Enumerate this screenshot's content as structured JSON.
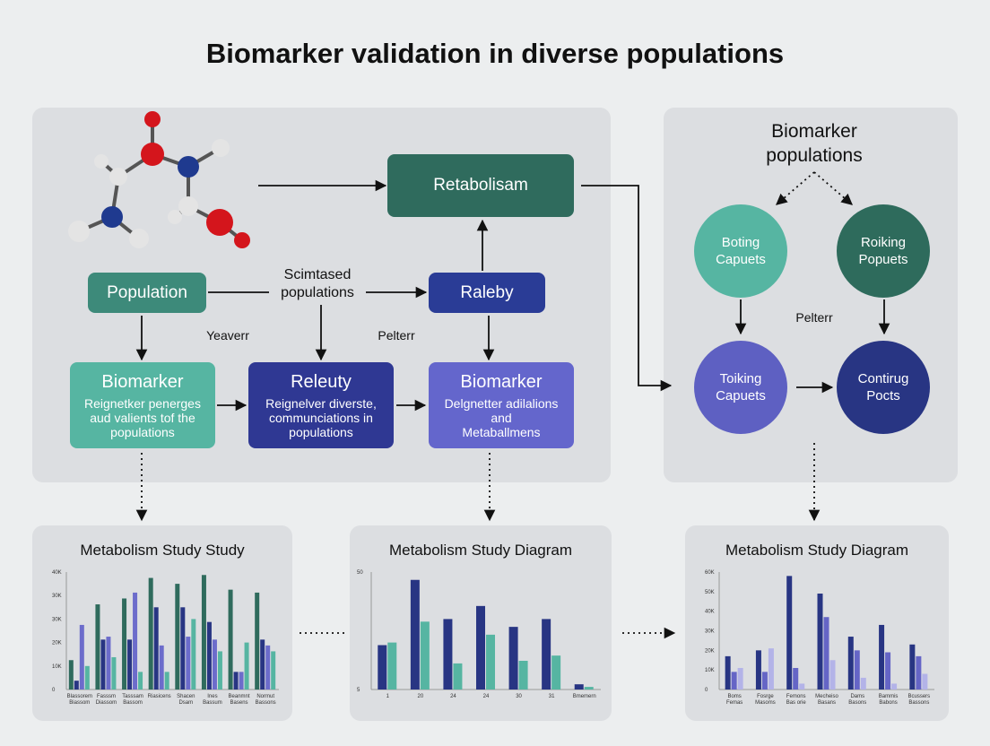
{
  "title": "Biomarker validation in diverse populations",
  "left_panel": {
    "nodes": {
      "metabolism": "Retabolisam",
      "population": "Population",
      "scimtased": "Scimtased\npopulations",
      "raleby": "Raleby",
      "yeaverr": "Yeaverr",
      "pelterr": "Pelterr",
      "biomarker1": {
        "title": "Biomarker",
        "sub": "Reignetker penerges\naud valients tof the\npopulations"
      },
      "releuty": {
        "title": "Releuty",
        "sub": "Reignelver diverste,\ncommunciations in\npopulations"
      },
      "biomarker2": {
        "title": "Biomarker",
        "sub": "Delgnetter adilalions\nand\nMetaballmens"
      }
    }
  },
  "right_panel": {
    "title": "Biomarker\npopulations",
    "pelterr": "Pelterr",
    "circles": [
      {
        "label": "Boting\nCapuets",
        "color": "#56b5a2"
      },
      {
        "label": "Roiking\nPopuets",
        "color": "#2e6b5c"
      },
      {
        "label": "Toiking\nCapuets",
        "color": "#5e60c2"
      },
      {
        "label": "Contirug\nPocts",
        "color": "#283583"
      }
    ]
  },
  "colors": {
    "dark_green": "#2f6b5d",
    "teal": "#3d8a7a",
    "navy": "#2a3c96",
    "indigo": "#2f3893",
    "violet": "#6466cc",
    "mint": "#56b5a2"
  },
  "chart_data": [
    {
      "type": "bar",
      "title": "Metabolism Study Study",
      "y_ticks": [
        "40K",
        "30K",
        "30K",
        "20K",
        "10K",
        "0"
      ],
      "categories": [
        "Blassorem\nBiassom",
        "Fasssm\nDiassom",
        "Tasssam\nBassom",
        "Riasicens",
        "Shacen\nDsam",
        "Ines\nBassum",
        "Beanmnt\nBasens",
        "Normut\nBassons"
      ],
      "series": [
        {
          "color": "#2f6b5d",
          "values": [
            10,
            29,
            31,
            38,
            36,
            39,
            34,
            33
          ]
        },
        {
          "color": "#283583",
          "values": [
            3,
            17,
            17,
            28,
            28,
            23,
            6,
            17
          ]
        },
        {
          "color": "#6c6ccb",
          "values": [
            22,
            18,
            33,
            15,
            18,
            17,
            6,
            15
          ]
        },
        {
          "color": "#56b5a2",
          "values": [
            8,
            11,
            6,
            6,
            24,
            13,
            16,
            13
          ]
        }
      ],
      "ylim": [
        0,
        40
      ]
    },
    {
      "type": "bar",
      "title": "Metabolism Study Diagram",
      "y_ticks": [
        "50",
        "",
        "5"
      ],
      "categories": [
        "1",
        "20",
        "24",
        "24",
        "30",
        "31",
        "Bmemern"
      ],
      "series": [
        {
          "color": "#283583",
          "values": [
            17,
            42,
            27,
            32,
            24,
            27,
            2
          ]
        },
        {
          "color": "#56b5a2",
          "values": [
            18,
            26,
            10,
            21,
            11,
            13,
            1
          ]
        }
      ],
      "ylim": [
        0,
        45
      ]
    },
    {
      "type": "bar",
      "title": "Metabolism Study Diagram",
      "y_ticks": [
        "60K",
        "50K",
        "40K",
        "30K",
        "20K",
        "10K",
        "0"
      ],
      "categories": [
        "Boms\nFemas",
        "Fosrge\nMasoms",
        "Femons\nBas orie",
        "Mecheiso\nBasans",
        "Dams\nBasons",
        "Bammis\nBabons",
        "Bcussers\nBassons"
      ],
      "series": [
        {
          "color": "#283583",
          "values": [
            17,
            20,
            58,
            49,
            27,
            33,
            23
          ]
        },
        {
          "color": "#6565c6",
          "values": [
            9,
            9,
            11,
            37,
            20,
            19,
            17
          ]
        },
        {
          "color": "#b3b3e8",
          "values": [
            11,
            21,
            3,
            15,
            6,
            3,
            8
          ]
        }
      ],
      "ylim": [
        0,
        60
      ]
    }
  ]
}
